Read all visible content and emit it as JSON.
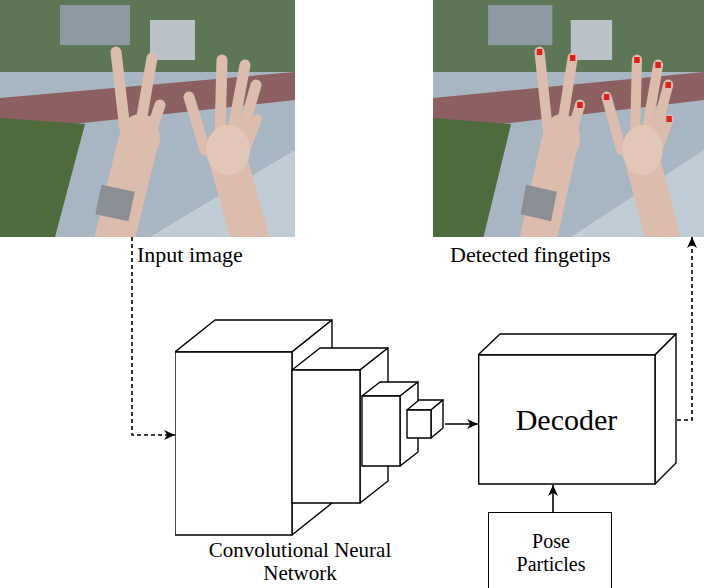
{
  "diagram": {
    "nodes": [
      {
        "text": [
          "Input image"
        ]
      },
      {
        "text": [
          "Detected fingetips"
        ]
      },
      {
        "text": [
          "Convolutional Neural Network"
        ]
      },
      {
        "text": [
          "Decoder"
        ]
      },
      {
        "text": [
          "Pose Particles"
        ]
      }
    ],
    "edges": [
      {
        "from": 0,
        "to": 2,
        "arrow": "to"
      },
      {
        "from": 2,
        "to": 3,
        "arrow": "to"
      },
      {
        "from": 4,
        "to": 3,
        "arrow": "to"
      },
      {
        "from": 3,
        "to": 1,
        "arrow": "to"
      }
    ]
  }
}
